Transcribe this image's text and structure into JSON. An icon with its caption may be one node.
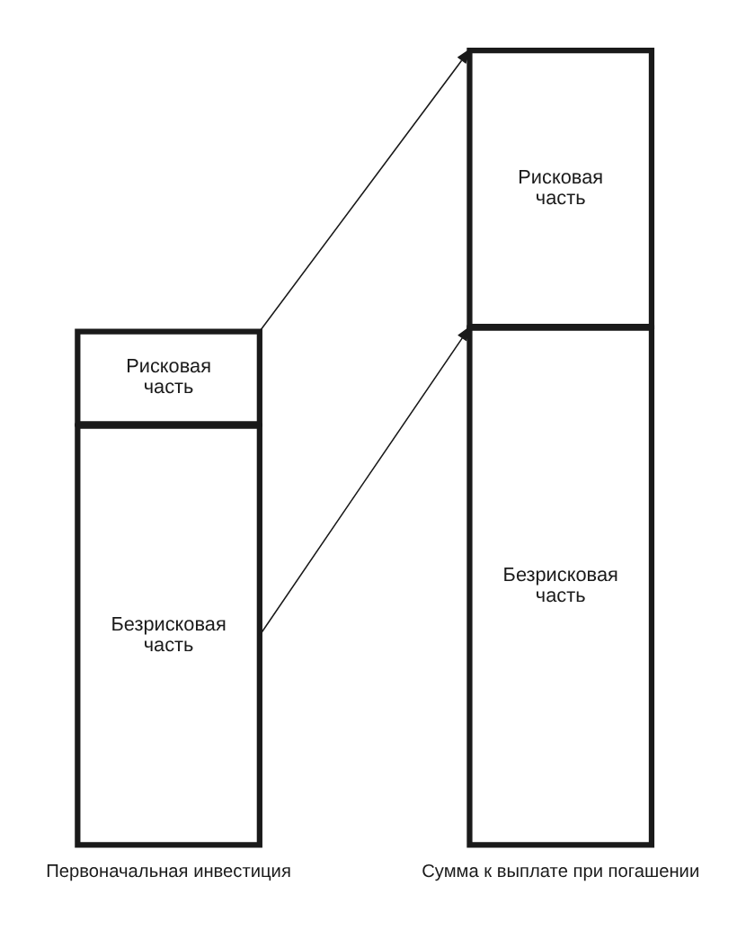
{
  "diagram": {
    "nodes": [
      {
        "text": [
          "Рисковая часть"
        ]
      },
      {
        "text": [
          "Безрисковая часть"
        ]
      },
      {
        "text": [
          "Рисковая часть"
        ]
      },
      {
        "text": [
          "Безрисковая часть"
        ]
      }
    ],
    "edges": [
      {
        "from": 0,
        "to": 2,
        "arrow": "to"
      },
      {
        "from": 1,
        "to": 3,
        "arrow": "to"
      }
    ],
    "labels": [
      "Первоначальная инвестиция",
      "Сумма к выплате при погашении"
    ]
  }
}
